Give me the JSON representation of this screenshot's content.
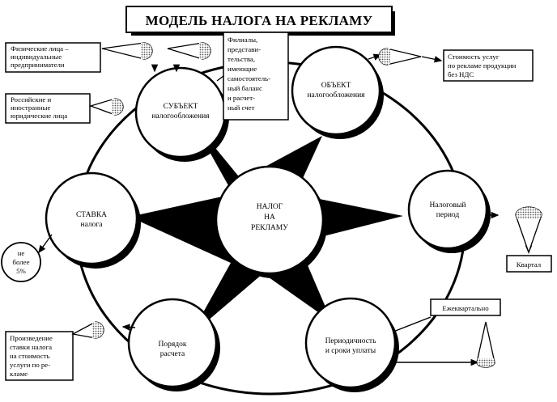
{
  "title": "МОДЕЛЬ НАЛОГА НА РЕКЛАМУ",
  "center": [
    "НАЛОГ",
    "НА",
    "РЕКЛАМУ"
  ],
  "nodes": {
    "subject": [
      "СУБЪЕКТ",
      "налогообложения"
    ],
    "object": [
      "ОБЪЕКТ",
      "налогообложения"
    ],
    "period": [
      "Налоговый",
      "период"
    ],
    "frequency": [
      "Периодичность",
      "и сроки уплаты"
    ],
    "procedure": [
      "Порядок",
      "расчета"
    ],
    "rate": [
      "СТАВКА",
      "налога"
    ]
  },
  "notes": {
    "individuals": [
      "Физические лица –",
      "индивидуальные",
      "предприниматели"
    ],
    "legal": [
      "Российские и",
      "иностранные",
      "юридические лица"
    ],
    "branches": [
      "Филиалы,",
      "представи-",
      "тельства,",
      "имеющие",
      "самостоятель-",
      "ный баланс",
      "и расчет-",
      "ный счет"
    ],
    "cost": [
      "Стоимость услуг",
      "по рекламе продукции",
      "без НДС"
    ],
    "quarter": "Квартал",
    "quarterly": "Ежеквартально",
    "rate_value": [
      "не",
      "более",
      "5%"
    ],
    "formula": [
      "Произведение",
      "ставки налога",
      "на стоимость",
      "услуги по ре-",
      "кламе"
    ]
  },
  "colors": {
    "ink": "#000000",
    "paper": "#ffffff",
    "cone_fill": "#b8b8b8"
  }
}
